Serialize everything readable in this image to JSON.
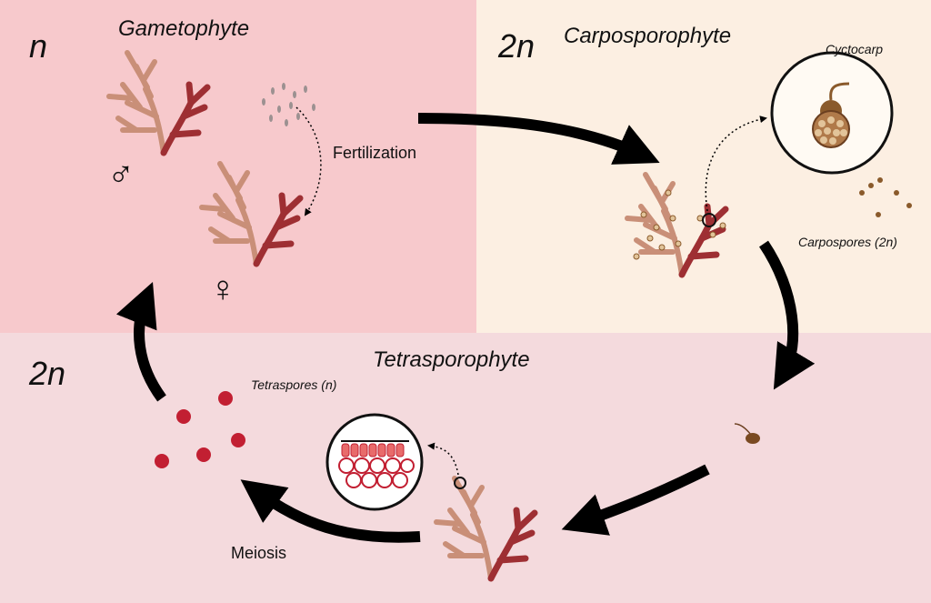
{
  "phases": {
    "gametophyte": {
      "ploidy": "n",
      "title": "Gametophyte"
    },
    "carposporophyte": {
      "ploidy": "2n",
      "title": "Carposporophyte"
    },
    "tetrasporophyte": {
      "ploidy": "2n",
      "title": "Tetrasporophyte"
    }
  },
  "labels": {
    "fertilization": "Fertilization",
    "cystocarp": "Cyctocarp",
    "carpospores": "Carpospores (2n)",
    "tetraspores": "Tetraspores (n)",
    "meiosis": "Meiosis"
  },
  "symbols": {
    "male": "♂",
    "female": "♀"
  },
  "colors": {
    "gametophyte_bg": "#f7c9cc",
    "carposporophyte_bg": "#fcefe2",
    "tetrasporophyte_bg": "#f4dadd",
    "alga_light": "#c98f78",
    "alga_dark": "#9e2f33",
    "spore_red": "#c21f32",
    "carpospore_brown": "#8a5a2b"
  }
}
